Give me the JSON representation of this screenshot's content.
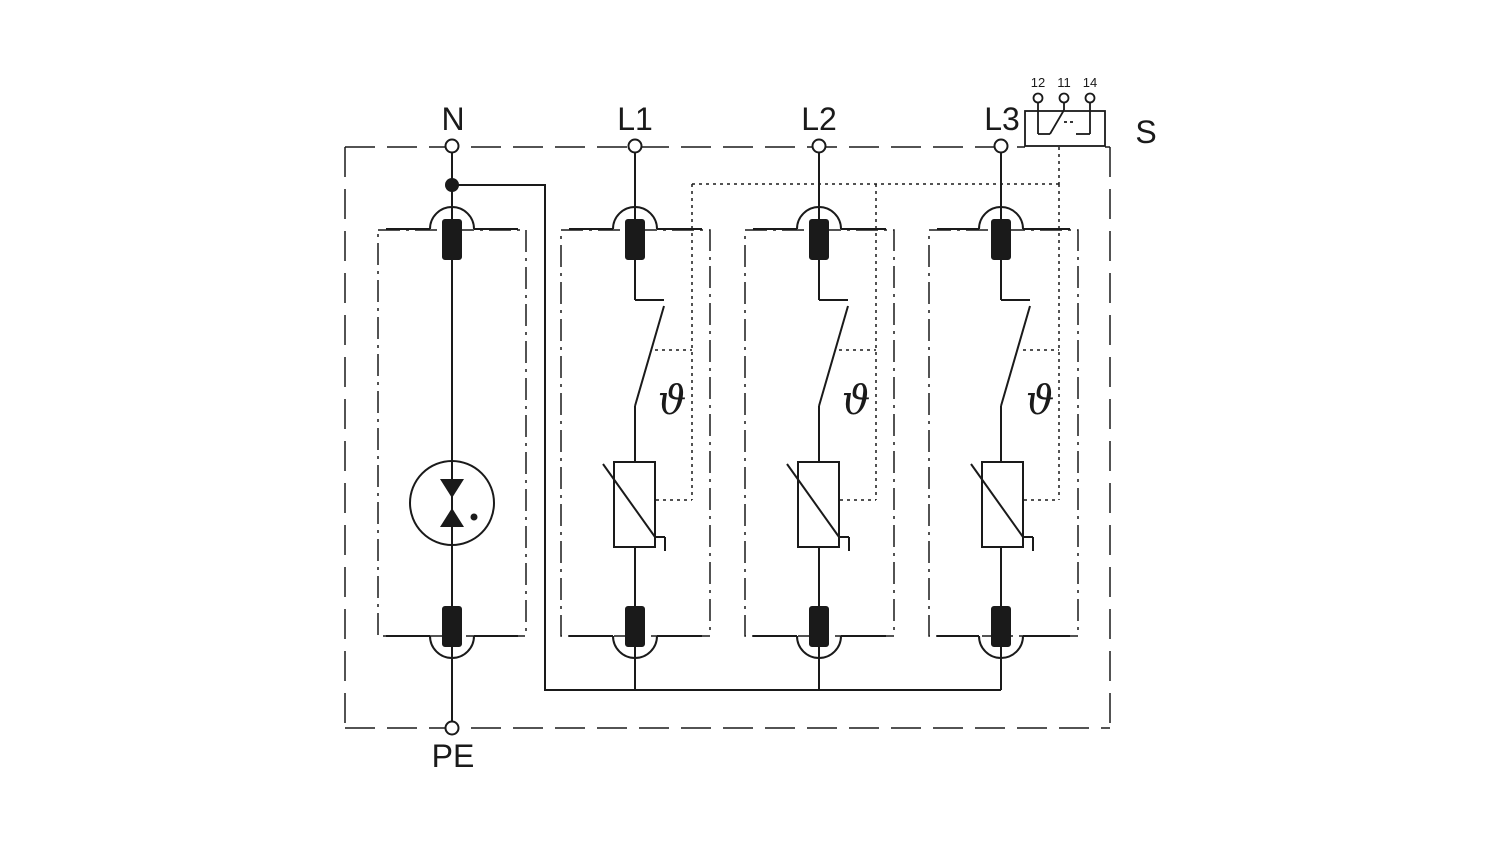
{
  "terminals": {
    "n": "N",
    "l1": "L1",
    "l2": "L2",
    "l3": "L3",
    "pe": "PE"
  },
  "signal_contact": {
    "label": "S",
    "pins": [
      "12",
      "11",
      "14"
    ]
  },
  "thermal_symbol": "ϑ",
  "colors": {
    "line": "#1a1a1a",
    "background": "#ffffff"
  }
}
